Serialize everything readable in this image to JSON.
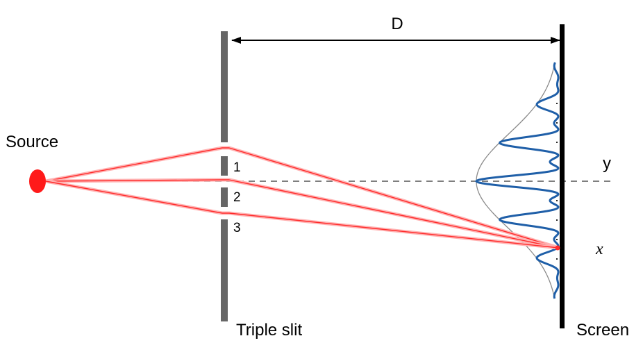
{
  "labels": {
    "source": "Source",
    "triple_slit": "Triple slit",
    "screen": "Screen",
    "distance": "D",
    "y_axis": "y",
    "x_point": "x",
    "slit_1": "1",
    "slit_2": "2",
    "slit_3": "3"
  },
  "colors": {
    "rays": "#ff2a2a",
    "source": "#ff1a1a",
    "pattern": "#1f5fa8",
    "envelope": "#8a8a8a",
    "barrier": "#666666",
    "screen": "#000000",
    "axis": "#555555"
  }
}
